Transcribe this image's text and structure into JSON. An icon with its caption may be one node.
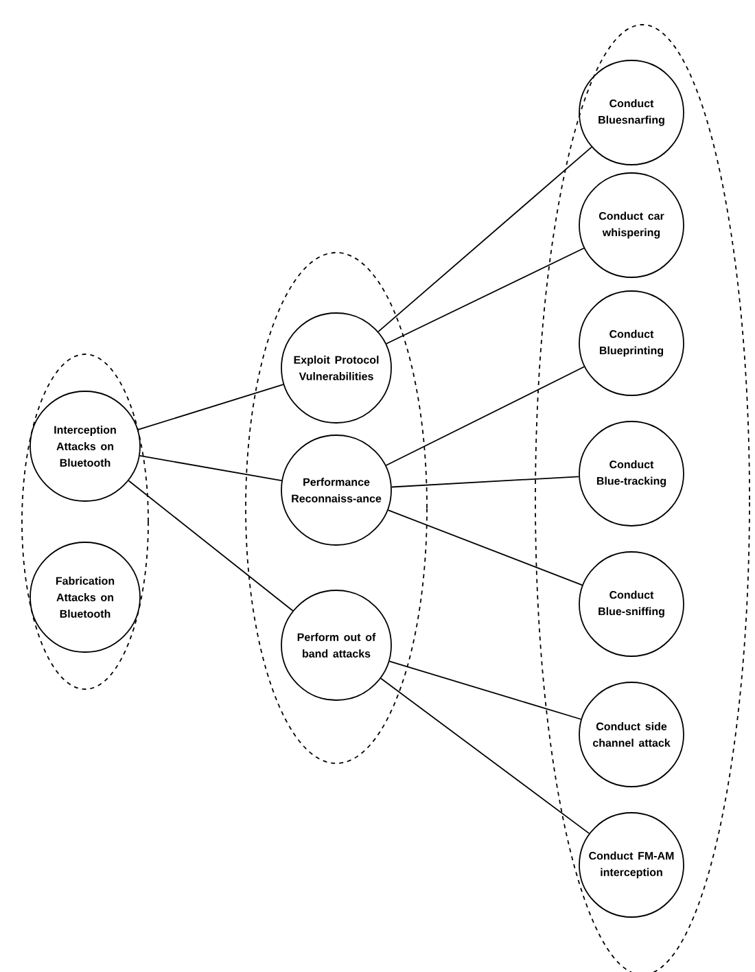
{
  "diagram": {
    "nodes": [
      {
        "text": [],
        "shape": "ellipse"
      },
      {
        "text": [
          "Interception Attacks on Bluetooth"
        ],
        "in": 0
      },
      {
        "text": [
          "Fabrication Attacks on Bluetooth"
        ],
        "in": 0
      },
      {
        "text": [],
        "shape": "ellipse"
      },
      {
        "text": [
          "Exploit Protocol Vulnerabilities"
        ],
        "in": 3
      },
      {
        "text": [
          "Performance Reconnaiss-ance"
        ],
        "in": 3
      },
      {
        "text": [
          "Perform out of band attacks"
        ],
        "in": 3
      },
      {
        "text": [],
        "shape": "ellipse"
      },
      {
        "text": [
          "Conduct Bluesnarfing"
        ],
        "in": 7
      },
      {
        "text": [
          "Conduct car whispering"
        ],
        "in": 7
      },
      {
        "text": [
          "Conduct Blueprinting"
        ],
        "in": 7
      },
      {
        "text": [
          "Conduct Blue-tracking"
        ],
        "in": 7
      },
      {
        "text": [
          "Conduct Blue-sniffing"
        ],
        "in": 7
      },
      {
        "text": [
          "Conduct side channel attack"
        ],
        "in": 7
      },
      {
        "text": [
          "Conduct FM-AM interception"
        ],
        "in": 7
      }
    ],
    "edges": [
      {
        "from": 1,
        "to": 4,
        "arrow": "none"
      },
      {
        "from": 1,
        "to": 5,
        "arrow": "none"
      },
      {
        "from": 1,
        "to": 6,
        "arrow": "none"
      },
      {
        "from": 4,
        "to": 8,
        "arrow": "none"
      },
      {
        "from": 4,
        "to": 9,
        "arrow": "none"
      },
      {
        "from": 5,
        "to": 10,
        "arrow": "none"
      },
      {
        "from": 5,
        "to": 11,
        "arrow": "none"
      },
      {
        "from": 5,
        "to": 12,
        "arrow": "none"
      },
      {
        "from": 6,
        "to": 13,
        "arrow": "none"
      },
      {
        "from": 6,
        "to": 14,
        "arrow": "none"
      }
    ]
  }
}
